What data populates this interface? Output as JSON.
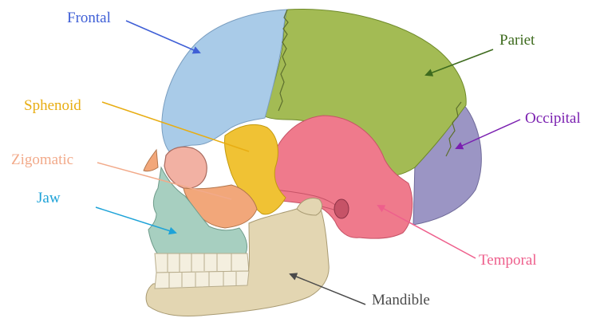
{
  "diagram": {
    "title": "",
    "labels": [
      {
        "key": "frontal",
        "text": "Frontal",
        "color": "#3f5fd6"
      },
      {
        "key": "pariet",
        "text": "Pariet",
        "color": "#3e6b1e"
      },
      {
        "key": "sphenoid",
        "text": "Sphenoid",
        "color": "#e8ad12"
      },
      {
        "key": "occipital",
        "text": "Occipital",
        "color": "#7a1fb0"
      },
      {
        "key": "zigomatic",
        "text": "Zigomatic",
        "color": "#f2aa8a"
      },
      {
        "key": "jaw",
        "text": "Jaw",
        "color": "#1ea3d8"
      },
      {
        "key": "temporal",
        "text": "Temporal",
        "color": "#ee5f8c"
      },
      {
        "key": "mandible",
        "text": "Mandible",
        "color": "#4a4a4a"
      }
    ],
    "bone_colors": {
      "frontal": "#a9cbe8",
      "parietal": "#a3bb54",
      "occipital": "#9b95c4",
      "temporal": "#ef7a8c",
      "sphenoid": "#f0c234",
      "zygomatic": "#f2a77a",
      "maxilla": "#a7cfc0",
      "mandible": "#e3d6b2",
      "teeth": "#f4efdf"
    }
  }
}
